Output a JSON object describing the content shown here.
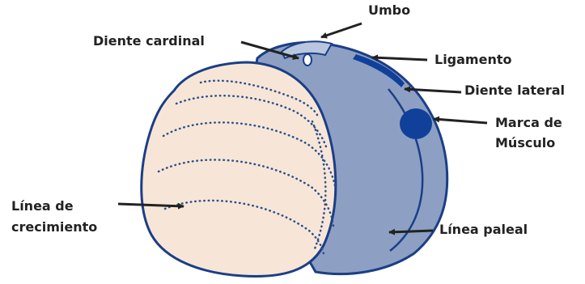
{
  "labels": {
    "umbo": "Umbo",
    "diente_cardinal": "Diente cardinal",
    "ligamento": "Ligamento",
    "diente_lateral": "Diente lateral",
    "marca_musculo_line1": "Marca de",
    "marca_musculo_line2": "Músculo",
    "linea_crecimiento_line1": "Línea de",
    "linea_crecimiento_line2": "crecimiento",
    "linea_paleal": "Línea paleal"
  },
  "colors": {
    "shell_fill": "#f7e6d7",
    "interior_fill": "#8da0c4",
    "outline": "#1b3e86",
    "dots": "#2a4f8c",
    "muscle_scar": "#10409a",
    "arrow": "#222222",
    "text": "#222222"
  }
}
